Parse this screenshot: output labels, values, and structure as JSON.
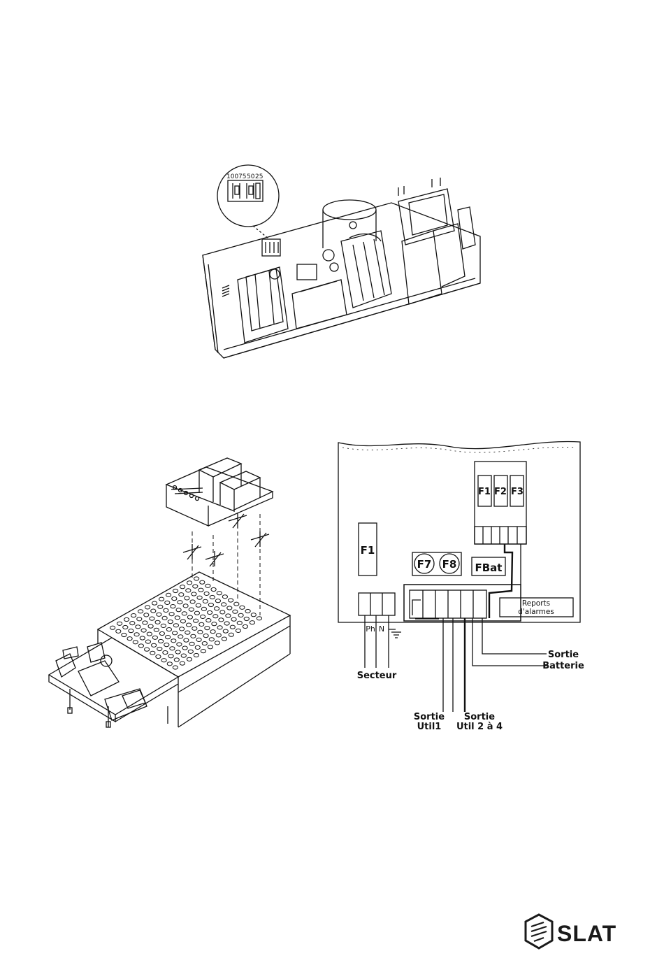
{
  "top_figure": {
    "jumper_labels": [
      "100",
      "75",
      "50",
      "25"
    ]
  },
  "wiring": {
    "fuse_block": [
      "F1",
      "F2",
      "F3"
    ],
    "fuse_main": "F1",
    "fuse_f7": "F7",
    "fuse_f8": "F8",
    "fuse_bat": "FBat",
    "reports_line1": "Reports",
    "reports_line2": "d'alarmes",
    "term_ph": "Ph",
    "term_n": "N",
    "secteur": "Secteur",
    "sortie_batterie_1": "Sortie",
    "sortie_batterie_2": "Batterie",
    "sortie_util1_1": "Sortie",
    "sortie_util1_2": "Util1",
    "sortie_util24_1": "Sortie",
    "sortie_util24_2": "Util 2 à 4"
  },
  "logo": {
    "text": "SLAT",
    "color": "#1a1a1a"
  }
}
